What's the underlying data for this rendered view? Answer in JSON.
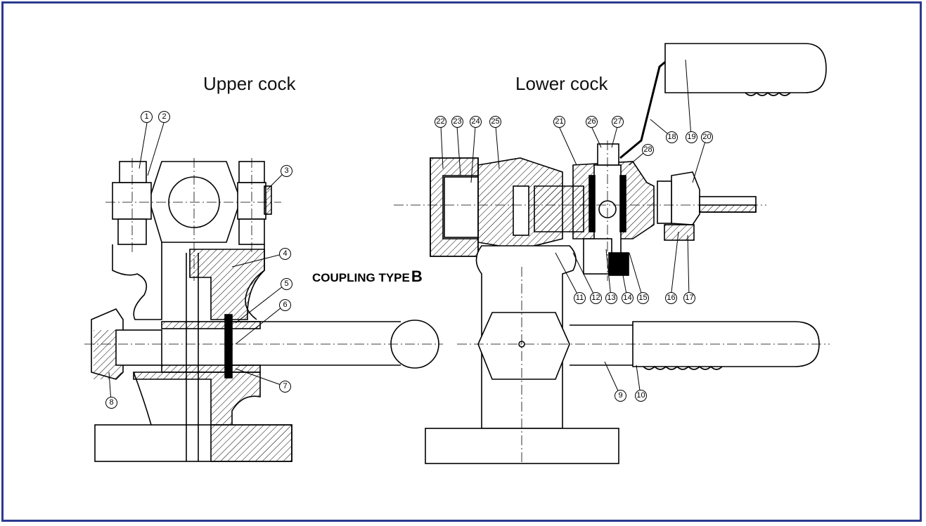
{
  "labels": {
    "upper_title": "Upper cock",
    "lower_title": "Lower cock",
    "coupling_main": "COUPLING TYPE",
    "coupling_suffix": "B"
  },
  "callouts": {
    "c1": "1",
    "c2": "2",
    "c3": "3",
    "c4": "4",
    "c5": "5",
    "c6": "6",
    "c7": "7",
    "c8": "8",
    "c9": "9",
    "c10": "10",
    "c11": "11",
    "c12": "12",
    "c13": "13",
    "c14": "14",
    "c15": "15",
    "c16": "16",
    "c17": "17",
    "c18": "18",
    "c19": "19",
    "c20": "20",
    "c21": "21",
    "c22": "22",
    "c23": "23",
    "c24": "24",
    "c25": "25",
    "c26": "26",
    "c27": "27",
    "c28": "28"
  },
  "colors": {
    "frame": "#2b3a8f",
    "ink": "#000000"
  }
}
